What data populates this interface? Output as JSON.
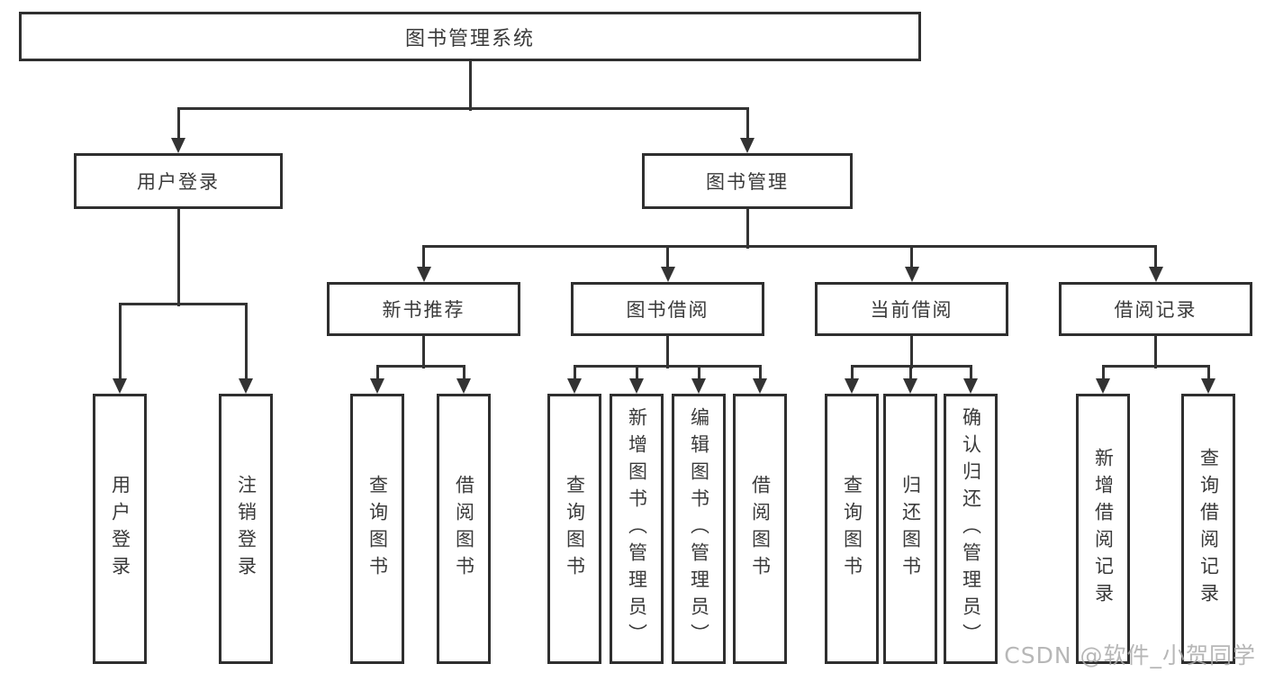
{
  "diagram": {
    "root": "图书管理系统",
    "level2": {
      "user_login": "用户登录",
      "book_mgmt": "图书管理"
    },
    "level3": {
      "new_rec": "新书推荐",
      "borrow": "图书借阅",
      "current": "当前借阅",
      "record": "借阅记录"
    },
    "leaves": {
      "user_login": "用户登录",
      "logout": "注销登录",
      "rec_query": "查询图书",
      "rec_borrow": "借阅图书",
      "bor_query": "查询图书",
      "bor_add": "新增图书（管理员）",
      "bor_edit": "编辑图书（管理员）",
      "bor_lend": "借阅图书",
      "cur_query": "查询图书",
      "cur_return": "归还图书",
      "cur_confirm": "确认归还（管理员）",
      "rcd_add": "新增借阅记录",
      "rcd_query": "查询借阅记录"
    },
    "watermark": "CSDN @软件_小贺同学",
    "colors": {
      "line": "#333333",
      "text": "#3a3a3a",
      "background": "#ffffff",
      "watermark": "#ababab"
    }
  }
}
